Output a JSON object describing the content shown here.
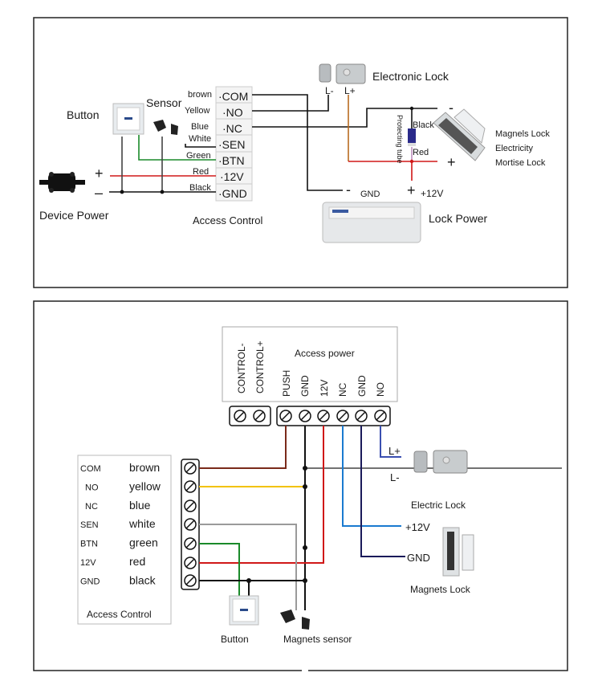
{
  "diagram_top": {
    "device_power": {
      "label": "Device Power",
      "plus": "+",
      "minus": "–"
    },
    "button": {
      "label": "Button"
    },
    "sensor": {
      "label": "Sensor"
    },
    "access_control": {
      "label": "Access Control",
      "terminals": [
        {
          "name": "·COM",
          "wire": "brown"
        },
        {
          "name": "·NO",
          "wire": "Yellow"
        },
        {
          "name": "·NC",
          "wire": "Blue"
        },
        {
          "name": "·SEN",
          "wire": "White"
        },
        {
          "name": "·BTN",
          "wire": "Green"
        },
        {
          "name": "·12V",
          "wire": "Red"
        },
        {
          "name": "·GND",
          "wire": "Black"
        }
      ]
    },
    "electronic_lock": {
      "label": "Electronic Lock",
      "l_minus": "L-",
      "l_plus": "L+"
    },
    "protecting_tube": {
      "label": "Protecting tube",
      "black": "Black",
      "red": "Red"
    },
    "magnets_lock": {
      "line1": "Magnels Lock",
      "line2": "Electricity",
      "line3": "Mortise Lock",
      "minus": "-",
      "plus": "+"
    },
    "lock_power": {
      "label": "Lock Power",
      "gnd": "GND",
      "v12": "+12V",
      "minus": "-",
      "plus": "+"
    }
  },
  "diagram_bottom": {
    "access_power": {
      "label": "Access power",
      "control_terminals": [
        "CONTROL-",
        "CONTROL+"
      ],
      "terminals": [
        "PUSH",
        "GND",
        "12V",
        "NC",
        "GND",
        "NO"
      ]
    },
    "access_control": {
      "label": "Access Control",
      "rows": [
        {
          "terminal": "COM",
          "color": "brown"
        },
        {
          "terminal": "NO",
          "color": "yellow"
        },
        {
          "terminal": "NC",
          "color": "blue"
        },
        {
          "terminal": "SEN",
          "color": "white"
        },
        {
          "terminal": "BTN",
          "color": "green"
        },
        {
          "terminal": "12V",
          "color": "red"
        },
        {
          "terminal": "GND",
          "color": "black"
        }
      ]
    },
    "electric_lock": {
      "label": "Electric Lock",
      "l_plus": "L+",
      "l_minus": "L-"
    },
    "magnets_lock": {
      "label": "Magnets  Lock",
      "v12": "+12V",
      "gnd": "GND"
    },
    "button": {
      "label": "Button"
    },
    "magnets_sensor": {
      "label": "Magnets sensor"
    }
  },
  "wire_colors": {
    "brown": "#7a2a1a",
    "yellow": "#f2c200",
    "blue": "#1a7ad0",
    "navy": "#1a1a5a",
    "lplus_blue": "#3a4fb0",
    "white": "#9a9a9a",
    "green": "#1a8a2a",
    "red": "#d01818",
    "black": "#111111",
    "orange_brown": "#b86a20"
  }
}
